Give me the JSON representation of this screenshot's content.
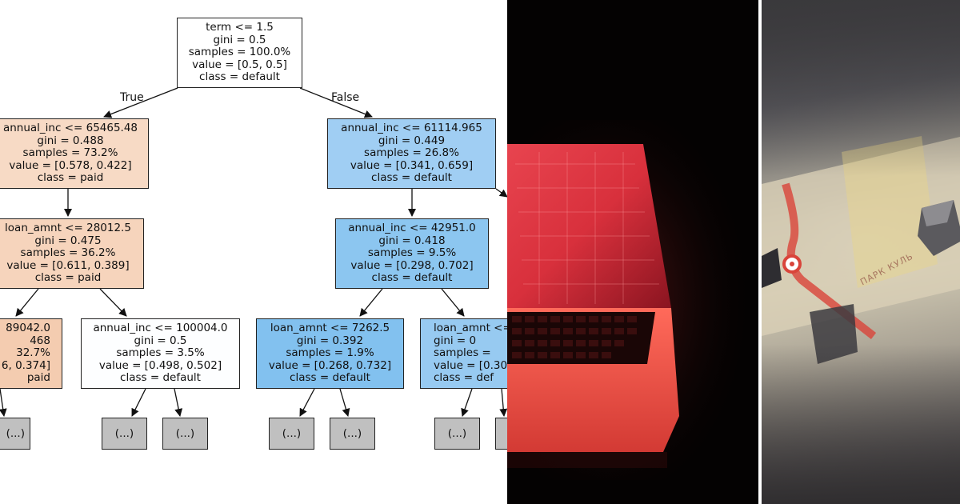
{
  "tree": {
    "edge_labels": {
      "true_label": "True",
      "false_label": "False"
    },
    "nodes": {
      "root": {
        "lines": [
          "term <= 1.5",
          "gini = 0.5",
          "samples = 100.0%",
          "value = [0.5, 0.5]",
          "class = default"
        ],
        "fill": "#ffffff"
      },
      "l": {
        "lines": [
          "annual_inc <= 65465.48",
          "gini = 0.488",
          "samples = 73.2%",
          "value = [0.578, 0.422]",
          "class = paid"
        ],
        "fill": "#f7dac5"
      },
      "r": {
        "lines": [
          "annual_inc <= 61114.965",
          "gini = 0.449",
          "samples = 26.8%",
          "value = [0.341, 0.659]",
          "class = default"
        ],
        "fill": "#a0cef3"
      },
      "ll": {
        "lines": [
          "loan_amnt <= 28012.5",
          "gini = 0.475",
          "samples = 36.2%",
          "value = [0.611, 0.389]",
          "class = paid"
        ],
        "fill": "#f6d4bc"
      },
      "rl": {
        "lines": [
          "annual_inc <= 42951.0",
          "gini = 0.418",
          "samples = 9.5%",
          "value = [0.298, 0.702]",
          "class = default"
        ],
        "fill": "#8cc6f0"
      },
      "lll": {
        "lines": [
          "89042.0",
          "468",
          "32.7%",
          "6, 0.374]",
          "paid"
        ],
        "fill": "#f4ccb0"
      },
      "llr": {
        "lines": [
          "annual_inc <= 100004.0",
          "gini = 0.5",
          "samples = 3.5%",
          "value = [0.498, 0.502]",
          "class = default"
        ],
        "fill": "#fdfeff"
      },
      "rll": {
        "lines": [
          "loan_amnt <= 7262.5",
          "gini = 0.392",
          "samples = 1.9%",
          "value = [0.268, 0.732]",
          "class = default"
        ],
        "fill": "#82c1ef"
      },
      "rlr": {
        "lines": [
          "loan_amnt <=",
          "gini = 0",
          "samples =",
          "value = [0.30",
          "class = def"
        ],
        "fill": "#97caf1"
      }
    },
    "leaves": [
      "(...)",
      "(...)",
      "(...)",
      "(...)",
      "(...)",
      "(...)",
      "(...)"
    ]
  },
  "photos": {
    "board_text": "ПАРК КУЛЬ"
  }
}
